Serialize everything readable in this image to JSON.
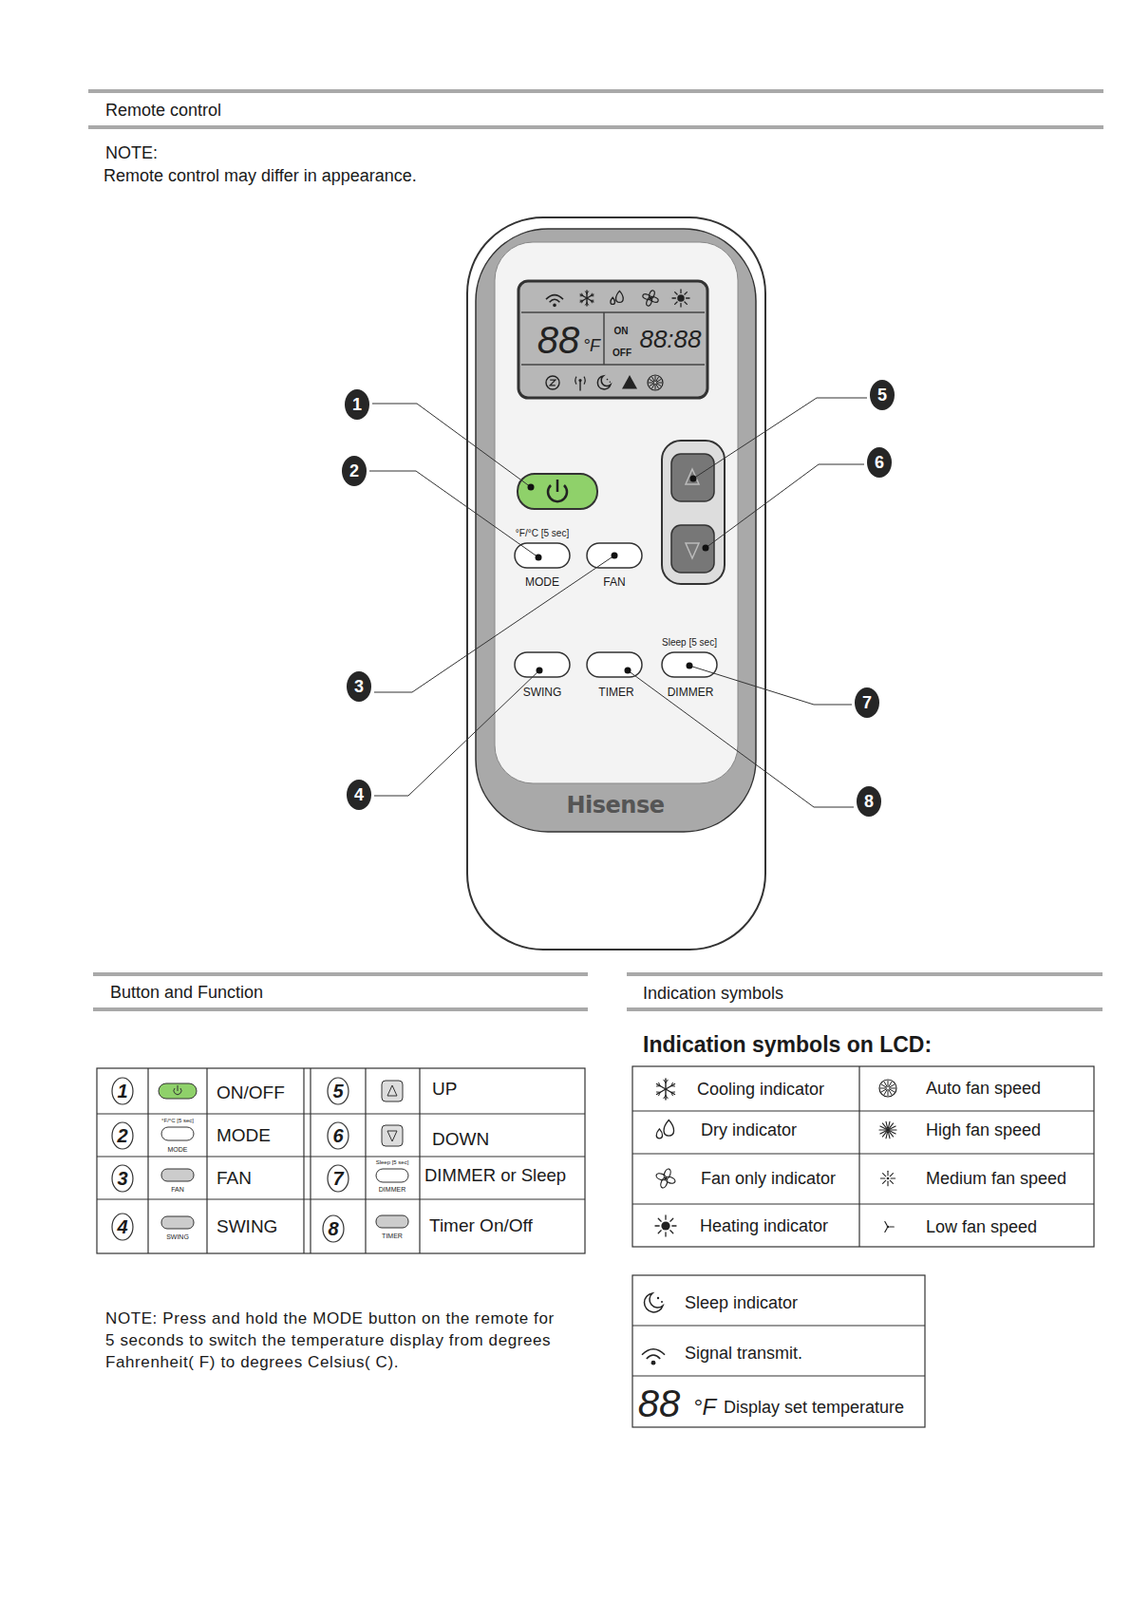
{
  "diagram": {
    "title": "Remote control",
    "labels": [
      "NOTE:",
      "Remote control may differ in appearance.",
      "88",
      "°F",
      "ON",
      "OFF",
      "88:88",
      "°F/°C [5 sec]",
      "MODE",
      "FAN",
      "Sleep [5 sec]",
      "SWING",
      "TIMER",
      "DIMMER",
      "Hisense",
      "1",
      "2",
      "3",
      "4",
      "5",
      "6",
      "7",
      "8",
      "Button and Function",
      "Indication symbols",
      "1",
      "ON/OFF",
      "5",
      "UP",
      "2",
      "°F/°C [5 sec]",
      "MODE",
      "MODE",
      "6",
      "DOWN",
      "3",
      "FAN",
      "FAN",
      "7",
      "Sleep [5 sec]",
      "DIMMER",
      "DIMMER or Sleep",
      "4",
      "SWING",
      "SWING",
      "8",
      "TIMER",
      "Timer On/Off",
      "NOTE: Press and hold the MODE button on the remote for 5 seconds to switch the temperature display from degrees Fahrenheit( F) to degrees Celsius( C).",
      "Indication symbols on LCD:",
      "Cooling indicator",
      "Auto fan speed",
      "Dry indicator",
      "High fan speed",
      "Fan only indicator",
      "Medium fan speed",
      "Heating indicator",
      "Low fan speed",
      "Sleep indicator",
      "Signal transmit.",
      "88",
      "°F",
      "Display set temperature"
    ]
  }
}
